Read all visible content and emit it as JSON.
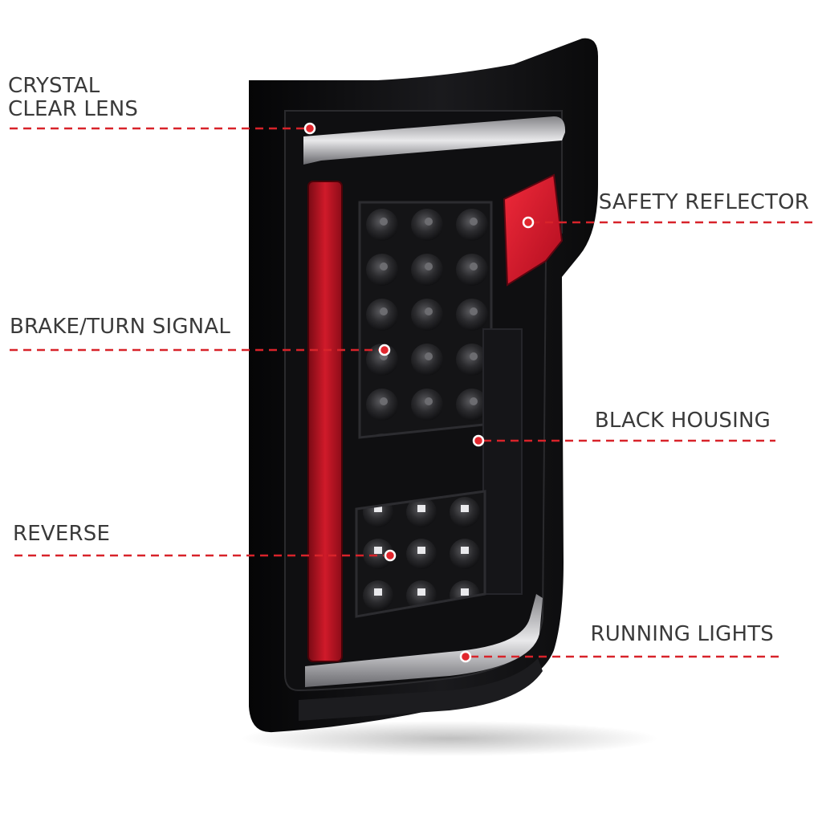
{
  "callouts": {
    "lens": {
      "line1": "CRYSTAL",
      "line2": "CLEAR LENS"
    },
    "reflector": {
      "label": "SAFETY REFLECTOR"
    },
    "brake": {
      "label": "BRAKE/TURN SIGNAL"
    },
    "housing": {
      "label": "BLACK HOUSING"
    },
    "reverse": {
      "label": "REVERSE"
    },
    "running": {
      "label": "RUNNING LIGHTS"
    }
  },
  "colors": {
    "callout_line": "#d8232a",
    "callout_dot": "#e1262d",
    "label_text": "#3a3a3a",
    "housing": "#0d0d0f",
    "reflector_red": "#c8102e"
  }
}
